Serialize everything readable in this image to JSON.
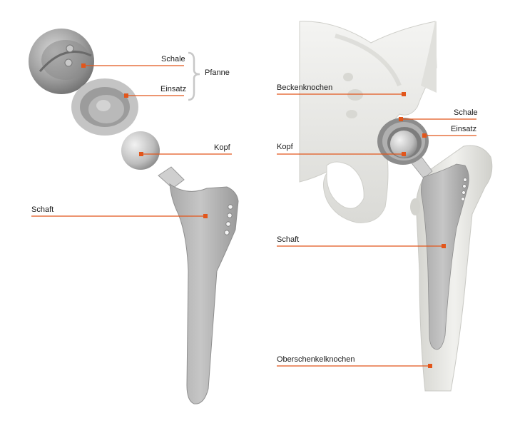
{
  "left": {
    "labels": {
      "schale": "Schale",
      "einsatz": "Einsatz",
      "pfanne": "Pfanne",
      "kopf": "Kopf",
      "schaft": "Schaft"
    }
  },
  "right": {
    "labels": {
      "beckenknochen": "Beckenknochen",
      "schale": "Schale",
      "einsatz": "Einsatz",
      "kopf": "Kopf",
      "schaft": "Schaft",
      "oberschenkelknochen": "Oberschenkelknochen"
    }
  },
  "colors": {
    "leader": "#e2561b",
    "implant": "#b3b3b3",
    "bone": "#e7e7e3",
    "bracket": "#c8c8c8"
  }
}
